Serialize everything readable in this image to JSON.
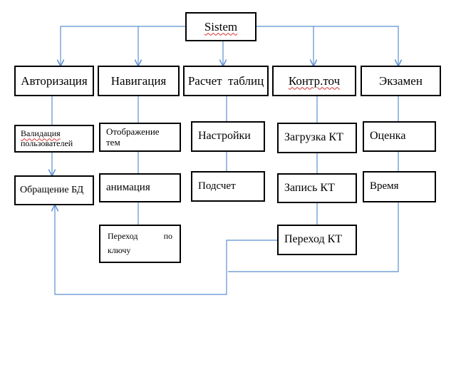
{
  "diagram": {
    "root": {
      "label": "Sistem"
    },
    "modules": [
      {
        "label": "Авторизация"
      },
      {
        "label": "Навигация"
      },
      {
        "label": "Расчет  таблиц"
      },
      {
        "label": "Контр.точ"
      },
      {
        "label": "Экзамен"
      }
    ],
    "subitems": {
      "validation_line1": "Валидация",
      "validation_line2": "пользователей",
      "db_access": "Обращение БД",
      "topic_display": "Отображение тем",
      "animation": "анимация",
      "key_jump_line1": "Переход         по",
      "key_jump_line2": "ключу",
      "settings": "Настройки",
      "count": "Подсчет",
      "kt_load": "Загрузка КТ",
      "kt_record": "Запись КТ",
      "kt_jump": "Переход КТ",
      "grade": "Оценка",
      "time": "Время"
    },
    "colors": {
      "connector": "#5b8fd0",
      "border": "#000000",
      "spellcheck": "#d23030"
    }
  }
}
